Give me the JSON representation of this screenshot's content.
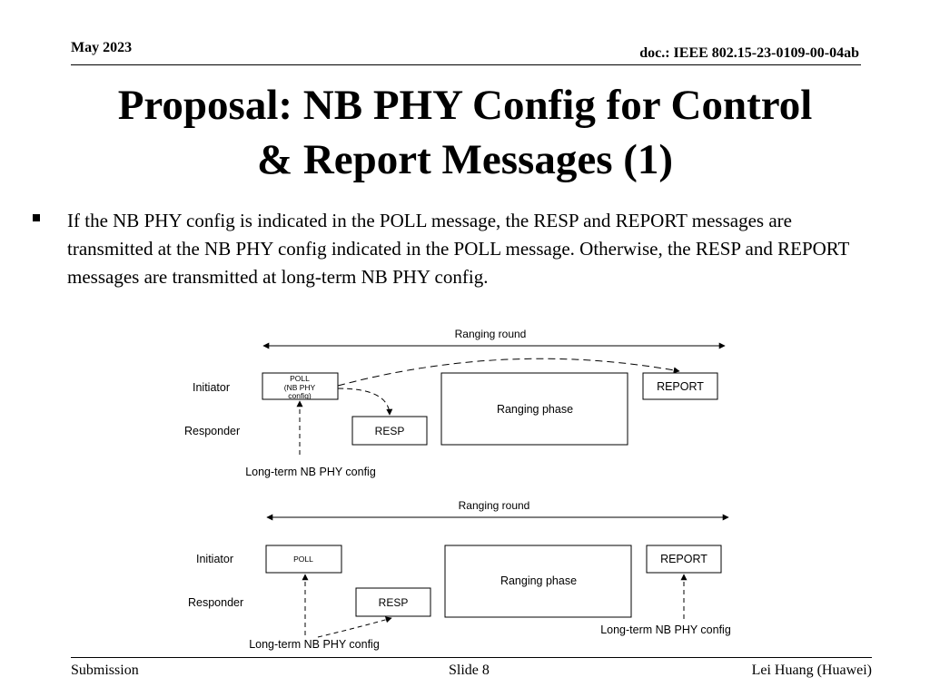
{
  "header": {
    "date": "May 2023",
    "doc_id": "doc.: IEEE 802.15-23-0109-00-04ab"
  },
  "title": {
    "line1": "Proposal: NB PHY Config for Control",
    "line2": "& Report Messages (1)"
  },
  "bullets": [
    "If the NB PHY config is indicated in the POLL message, the RESP and REPORT messages are transmitted at the NB PHY config indicated in the POLL message. Otherwise, the RESP and REPORT messages are transmitted at long-term NB PHY config."
  ],
  "diagram_top": {
    "round_label": "Ranging round",
    "initiator_label": "Initiator",
    "responder_label": "Responder",
    "poll_line1": "POLL",
    "poll_line2": "(NB PHY",
    "poll_line3": "config)",
    "resp_label": "RESP",
    "ranging_phase_label": "Ranging phase",
    "report_label": "REPORT",
    "longterm_label": "Long-term NB PHY config"
  },
  "diagram_bottom": {
    "round_label": "Ranging round",
    "initiator_label": "Initiator",
    "responder_label": "Responder",
    "poll_label": "POLL",
    "resp_label": "RESP",
    "ranging_phase_label": "Ranging phase",
    "report_label": "REPORT",
    "longterm_left_label": "Long-term NB PHY config",
    "longterm_right_label": "Long-term NB PHY config"
  },
  "footer": {
    "left": "Submission",
    "center": "Slide 8",
    "right": "Lei Huang (Huawei)"
  }
}
